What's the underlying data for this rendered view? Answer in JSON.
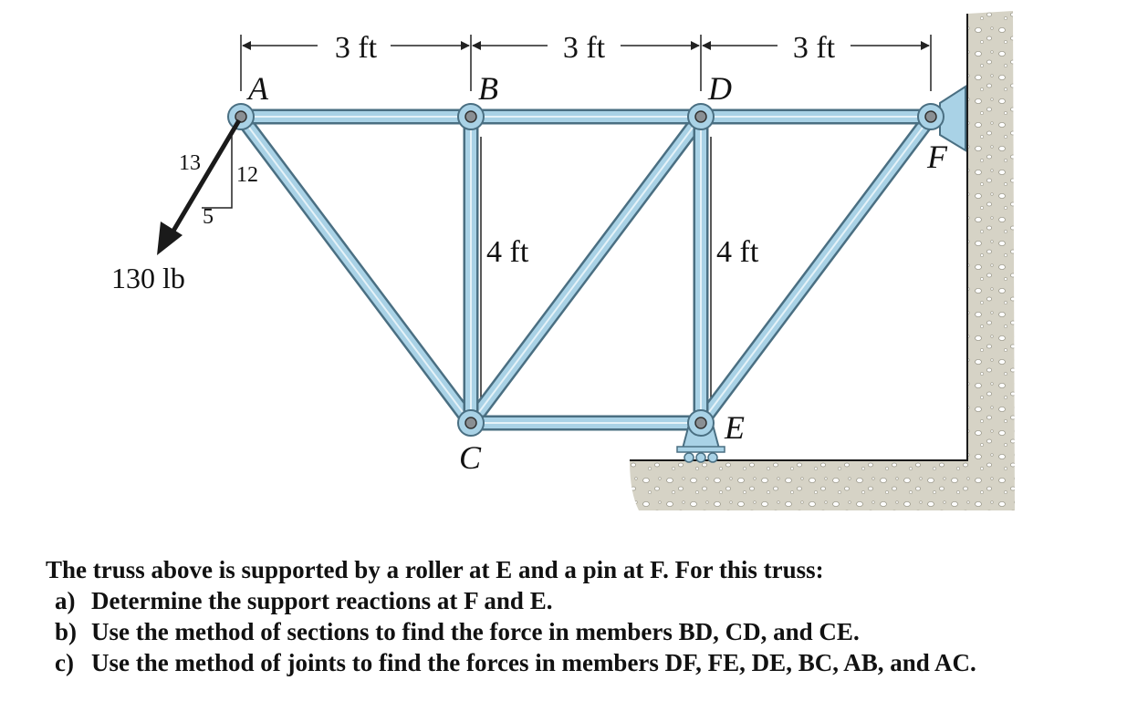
{
  "figure": {
    "dimensions": {
      "spacing_1": "3 ft",
      "spacing_2": "3 ft",
      "spacing_3": "3 ft",
      "height_bc": "4 ft",
      "height_de": "4 ft"
    },
    "joints": {
      "a": "A",
      "b": "B",
      "c": "C",
      "d": "D",
      "e": "E",
      "f": "F"
    },
    "load": {
      "magnitude": "130 lb",
      "slope_hyp": "13",
      "slope_vert": "12",
      "slope_horiz": "5"
    },
    "colors": {
      "member_fill": "#a9d2e6",
      "member_edge": "#4a6f82",
      "ground": "#d6d3c6",
      "ink": "#111111"
    }
  },
  "problem": {
    "intro": "The truss above is supported by a roller at E and a pin at F. For this truss:",
    "items": [
      {
        "tag": "a)",
        "text": "Determine the support reactions at F and E."
      },
      {
        "tag": "b)",
        "text": "Use the method of sections to find the force in members BD, CD, and CE."
      },
      {
        "tag": "c)",
        "text": "Use the method of joints to find the forces in members DF, FE, DE, BC, AB, and AC."
      }
    ]
  }
}
